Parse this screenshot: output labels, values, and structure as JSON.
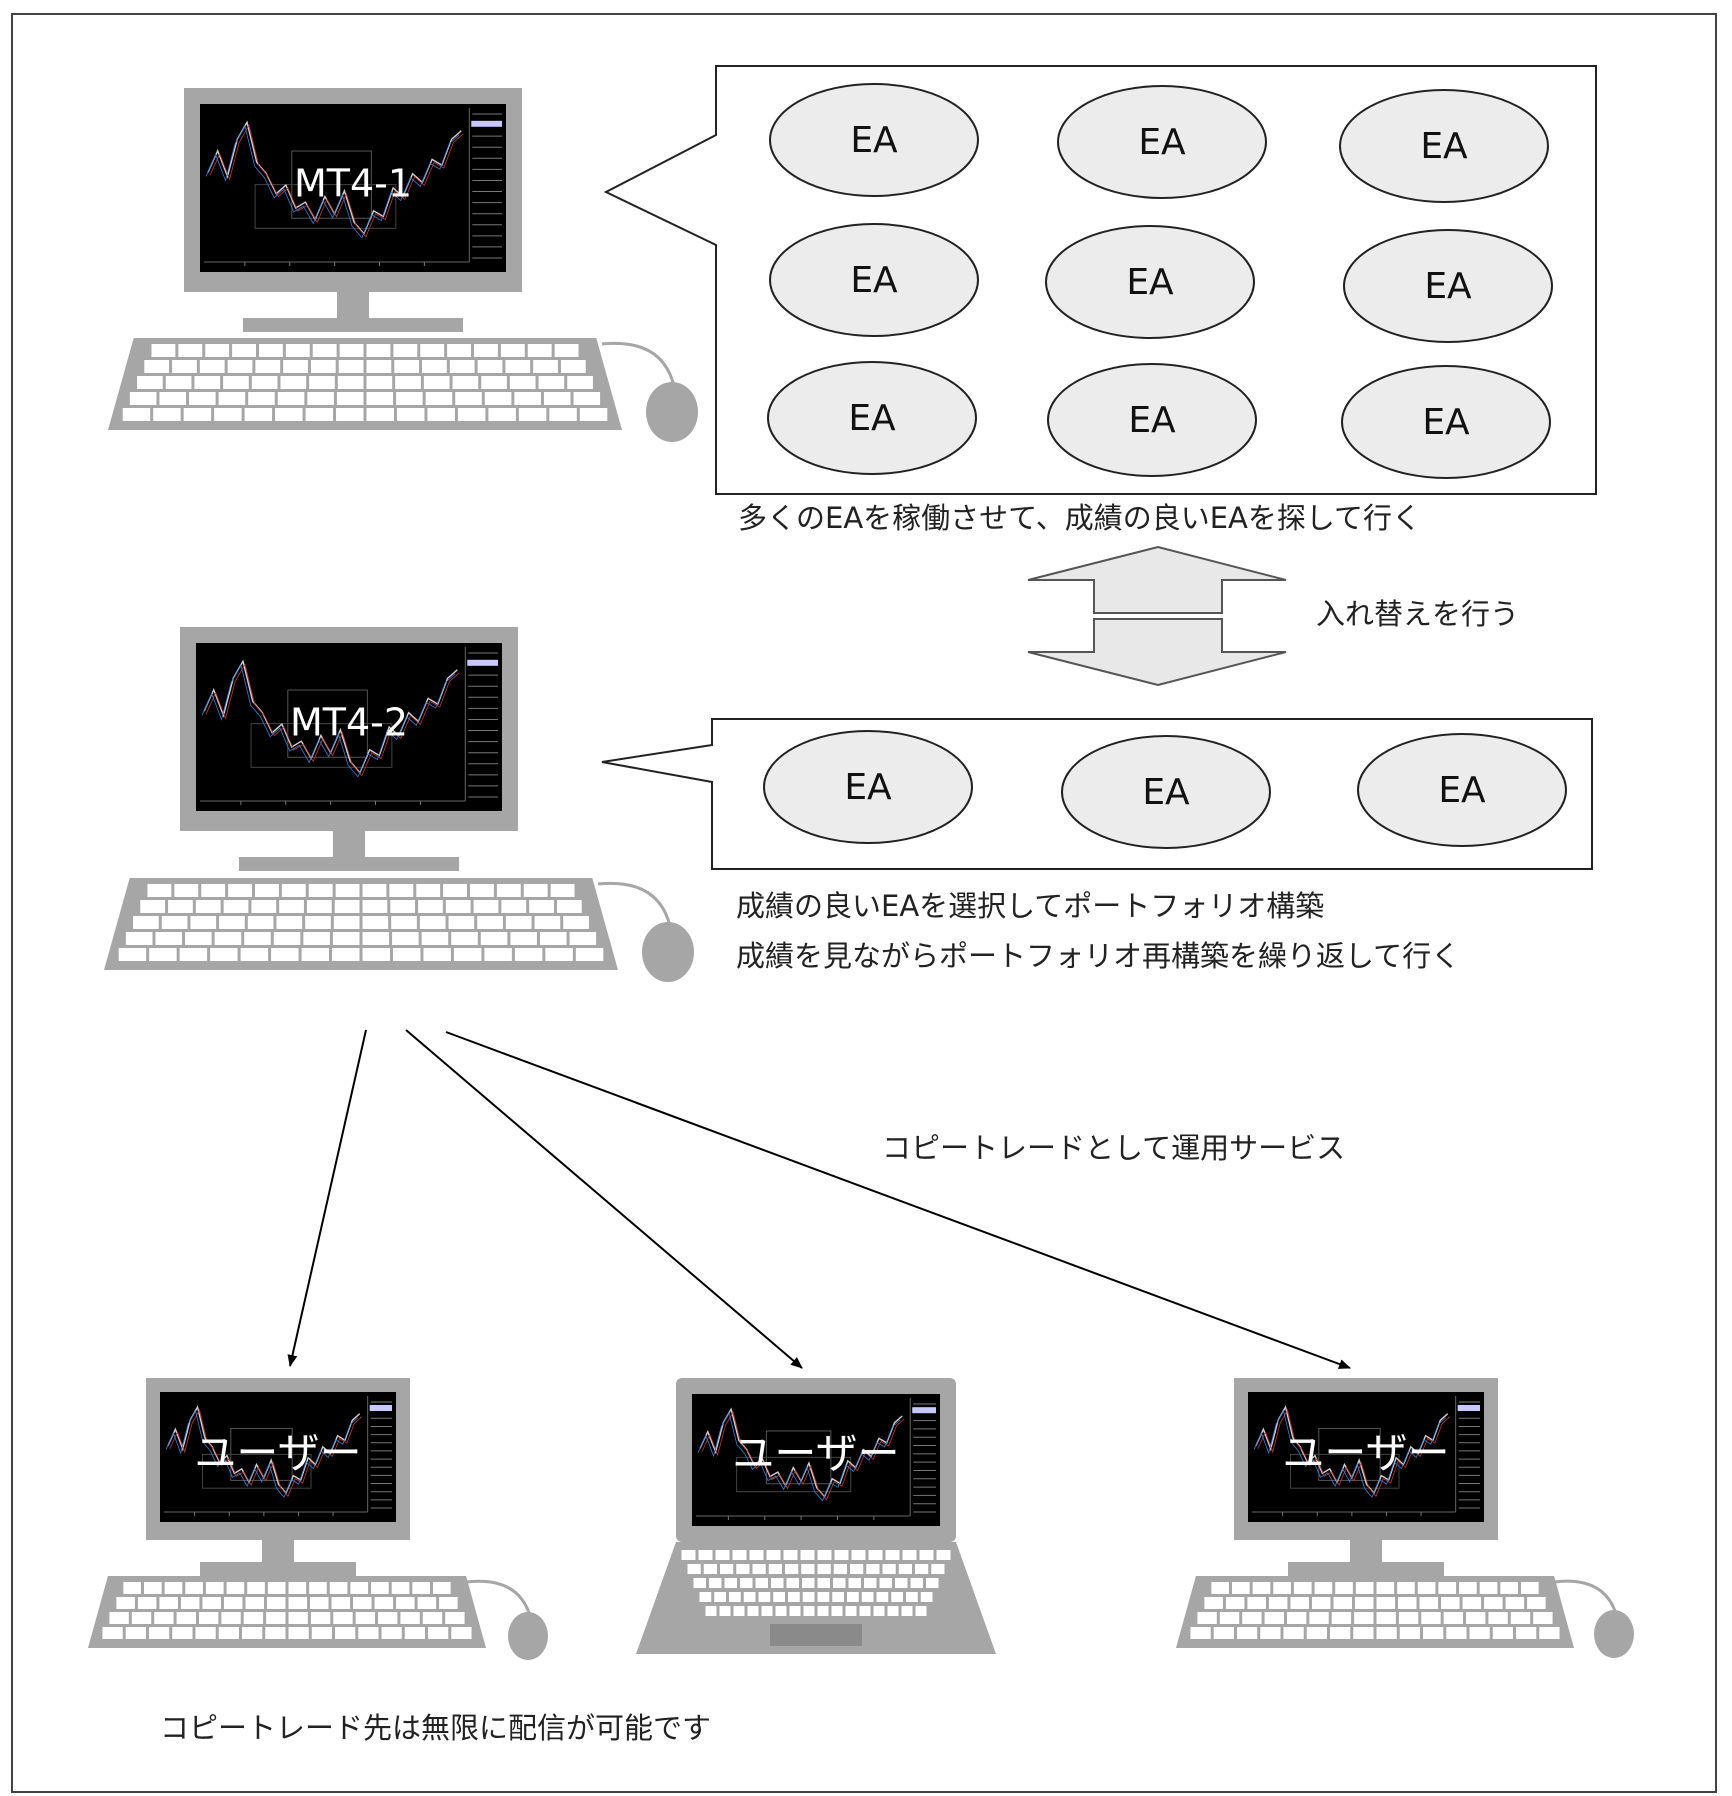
{
  "computers": {
    "mt4_1": {
      "label": "MT4-1"
    },
    "mt4_2": {
      "label": "MT4-2"
    },
    "users": [
      {
        "label": "ユーザー"
      },
      {
        "label": "ユーザー"
      },
      {
        "label": "ユーザー"
      }
    ]
  },
  "ea_label": "EA",
  "captions": {
    "many_ea": "多くのEAを稼働させて、成績の良いEAを探して行く",
    "swap": "入れ替えを行う",
    "portfolio_line1": "成績の良いEAを選択してポートフォリオ構築",
    "portfolio_line2": "成績を見ながらポートフォリオ再構築を繰り返して行く",
    "copy_trade": "コピートレードとして運用サービス",
    "unlimited": "コピートレード先は無限に配信が可能です"
  },
  "colors": {
    "device_gray": "#a6a6a6",
    "ellipse_fill": "#ececec",
    "screen": "#000000"
  }
}
